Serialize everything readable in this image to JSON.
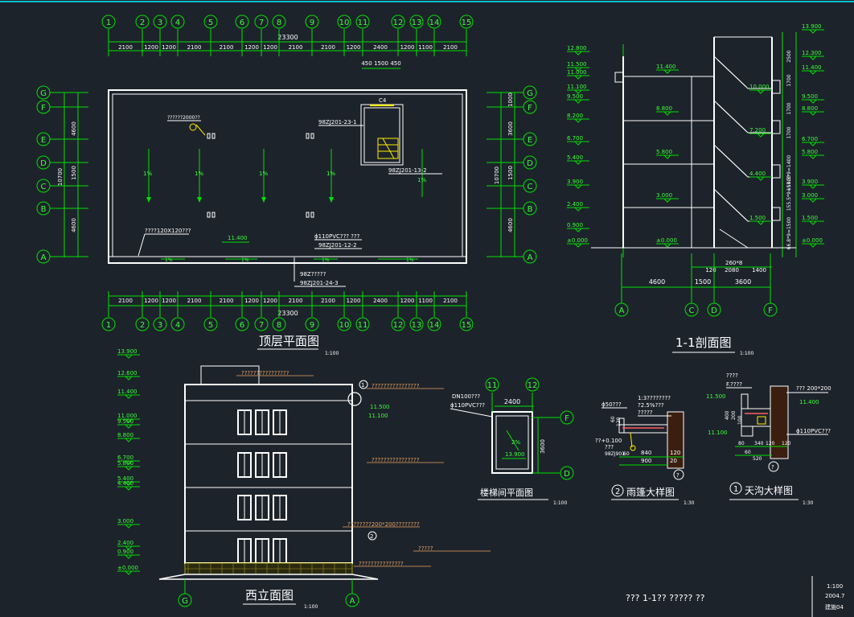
{
  "titles": {
    "top_floor_plan": "顶层平面图",
    "section_1_1": "1-1剖面图",
    "west_elevation": "西立面图",
    "stair_plan": "楼梯间平面图",
    "canopy_detail": "雨篷大样图",
    "gutter_detail": "天沟大样图",
    "scale_100": "1:100",
    "scale_30": "1:30",
    "canopy_no": "2",
    "gutter_no": "1"
  },
  "plan": {
    "columns": [
      "1",
      "2",
      "3",
      "4",
      "5",
      "6",
      "7",
      "8",
      "9",
      "10",
      "11",
      "12",
      "13",
      "14",
      "15"
    ],
    "bays": [
      "2100",
      "1200",
      "1200",
      "2100",
      "2100",
      "1200",
      "1200",
      "2100",
      "2100",
      "1200",
      "2400",
      "1200",
      "1100",
      "2100"
    ],
    "total": "23300",
    "sub_dims": [
      "450",
      "1500",
      "450"
    ],
    "rows": [
      "G",
      "F",
      "E",
      "D",
      "C",
      "B",
      "A"
    ],
    "left_dims": [
      "4600",
      "1500",
      "4600"
    ],
    "left_total": "10700",
    "right_dims": [
      "1000",
      "3600",
      "1500",
      "4600"
    ],
    "right_total": "10700",
    "notes": {
      "rainwater": "??????2000??",
      "hatch": "98ZJ201-23-1",
      "stair_ref": "98ZJ201-13-2",
      "drain_slot": "????120X120???",
      "pipe": "ϕ110PVC??? ???",
      "pipe_ref": "98ZJ201-12-2",
      "bottom_ref": "98ZJ201-24-3",
      "bottom_note": "98Z?????",
      "elev": "11.400",
      "c4": "C4",
      "slope": "1%",
      "slope_small": "1%"
    }
  },
  "section": {
    "left_levels": [
      "12.800",
      "11.500",
      "11.000",
      "11.100",
      "9.500",
      "8.200",
      "6.700",
      "5.400",
      "3.900",
      "2.400",
      "0.900",
      "±0.000"
    ],
    "floor_levels": [
      "11.400",
      "8.800",
      "5.800",
      "3.000",
      "±0.000"
    ],
    "stair_levels": [
      "10.000",
      "7.200",
      "4.400",
      "1.500"
    ],
    "right_levels": [
      "13.900",
      "12.300",
      "11.400",
      "9.500",
      "8.800",
      "6.700",
      "5.800",
      "3.900",
      "3.000",
      "1.500",
      "±0.000"
    ],
    "right_dims": [
      "2500",
      "1700",
      "1700",
      "1700",
      "155.5*9=1400",
      "155.5*9=1400",
      "66.8*9=1500"
    ],
    "bottom_dims": [
      "4600",
      "1500",
      "3600"
    ],
    "detail_dims": [
      "120",
      "2080",
      "1400"
    ],
    "stair_note": "260*8",
    "axes": [
      "A",
      "C",
      "D",
      "F"
    ]
  },
  "elevation": {
    "levels": [
      "13.900",
      "12.600",
      "11.400",
      "11.000",
      "9.500",
      "8.800",
      "6.700",
      "5.800",
      "5.400",
      "4.400",
      "3.000",
      "2.400",
      "0.900",
      "±0.000"
    ],
    "notes": [
      "????????????????",
      "????????????????",
      "????????????????",
      "????????200*200????????",
      "?????",
      "???????????????"
    ],
    "gutter_levels": [
      "11.500",
      "11.100"
    ],
    "axes": [
      "G",
      "A"
    ],
    "detail_marks": [
      "1",
      "2"
    ]
  },
  "stair_plan": {
    "axes": [
      "11",
      "12",
      "F",
      "D"
    ],
    "dim_top": "2400",
    "dim_side": "3600",
    "slope": "2%",
    "elev": "13.900",
    "pipe1": "DN100???",
    "pipe2": "ϕ110PVC???"
  },
  "canopy": {
    "notes": [
      "ϕ50???",
      "1:3????????",
      "?2.5%???",
      "?????"
    ],
    "dims": [
      "60",
      "120",
      "840",
      "120",
      "900",
      "20"
    ],
    "elev": "??+0.100",
    "note2": "???",
    "ref": "98ZJ901",
    "ref_no": "60",
    "mark": "?"
  },
  "gutter": {
    "notes": [
      "????",
      "F.????",
      "???  200*200",
      "ϕ110PVC???"
    ],
    "levels": [
      "11.500",
      "11.400",
      "11.100"
    ],
    "dims": [
      "400",
      "200",
      "100",
      "80",
      "340",
      "120",
      "120",
      "60",
      "520"
    ],
    "mark": "?"
  },
  "footer": {
    "note": "??? 1-1?? ?????  ??",
    "scale": "1:100",
    "date": "2004.7",
    "sheet": "建施04"
  }
}
